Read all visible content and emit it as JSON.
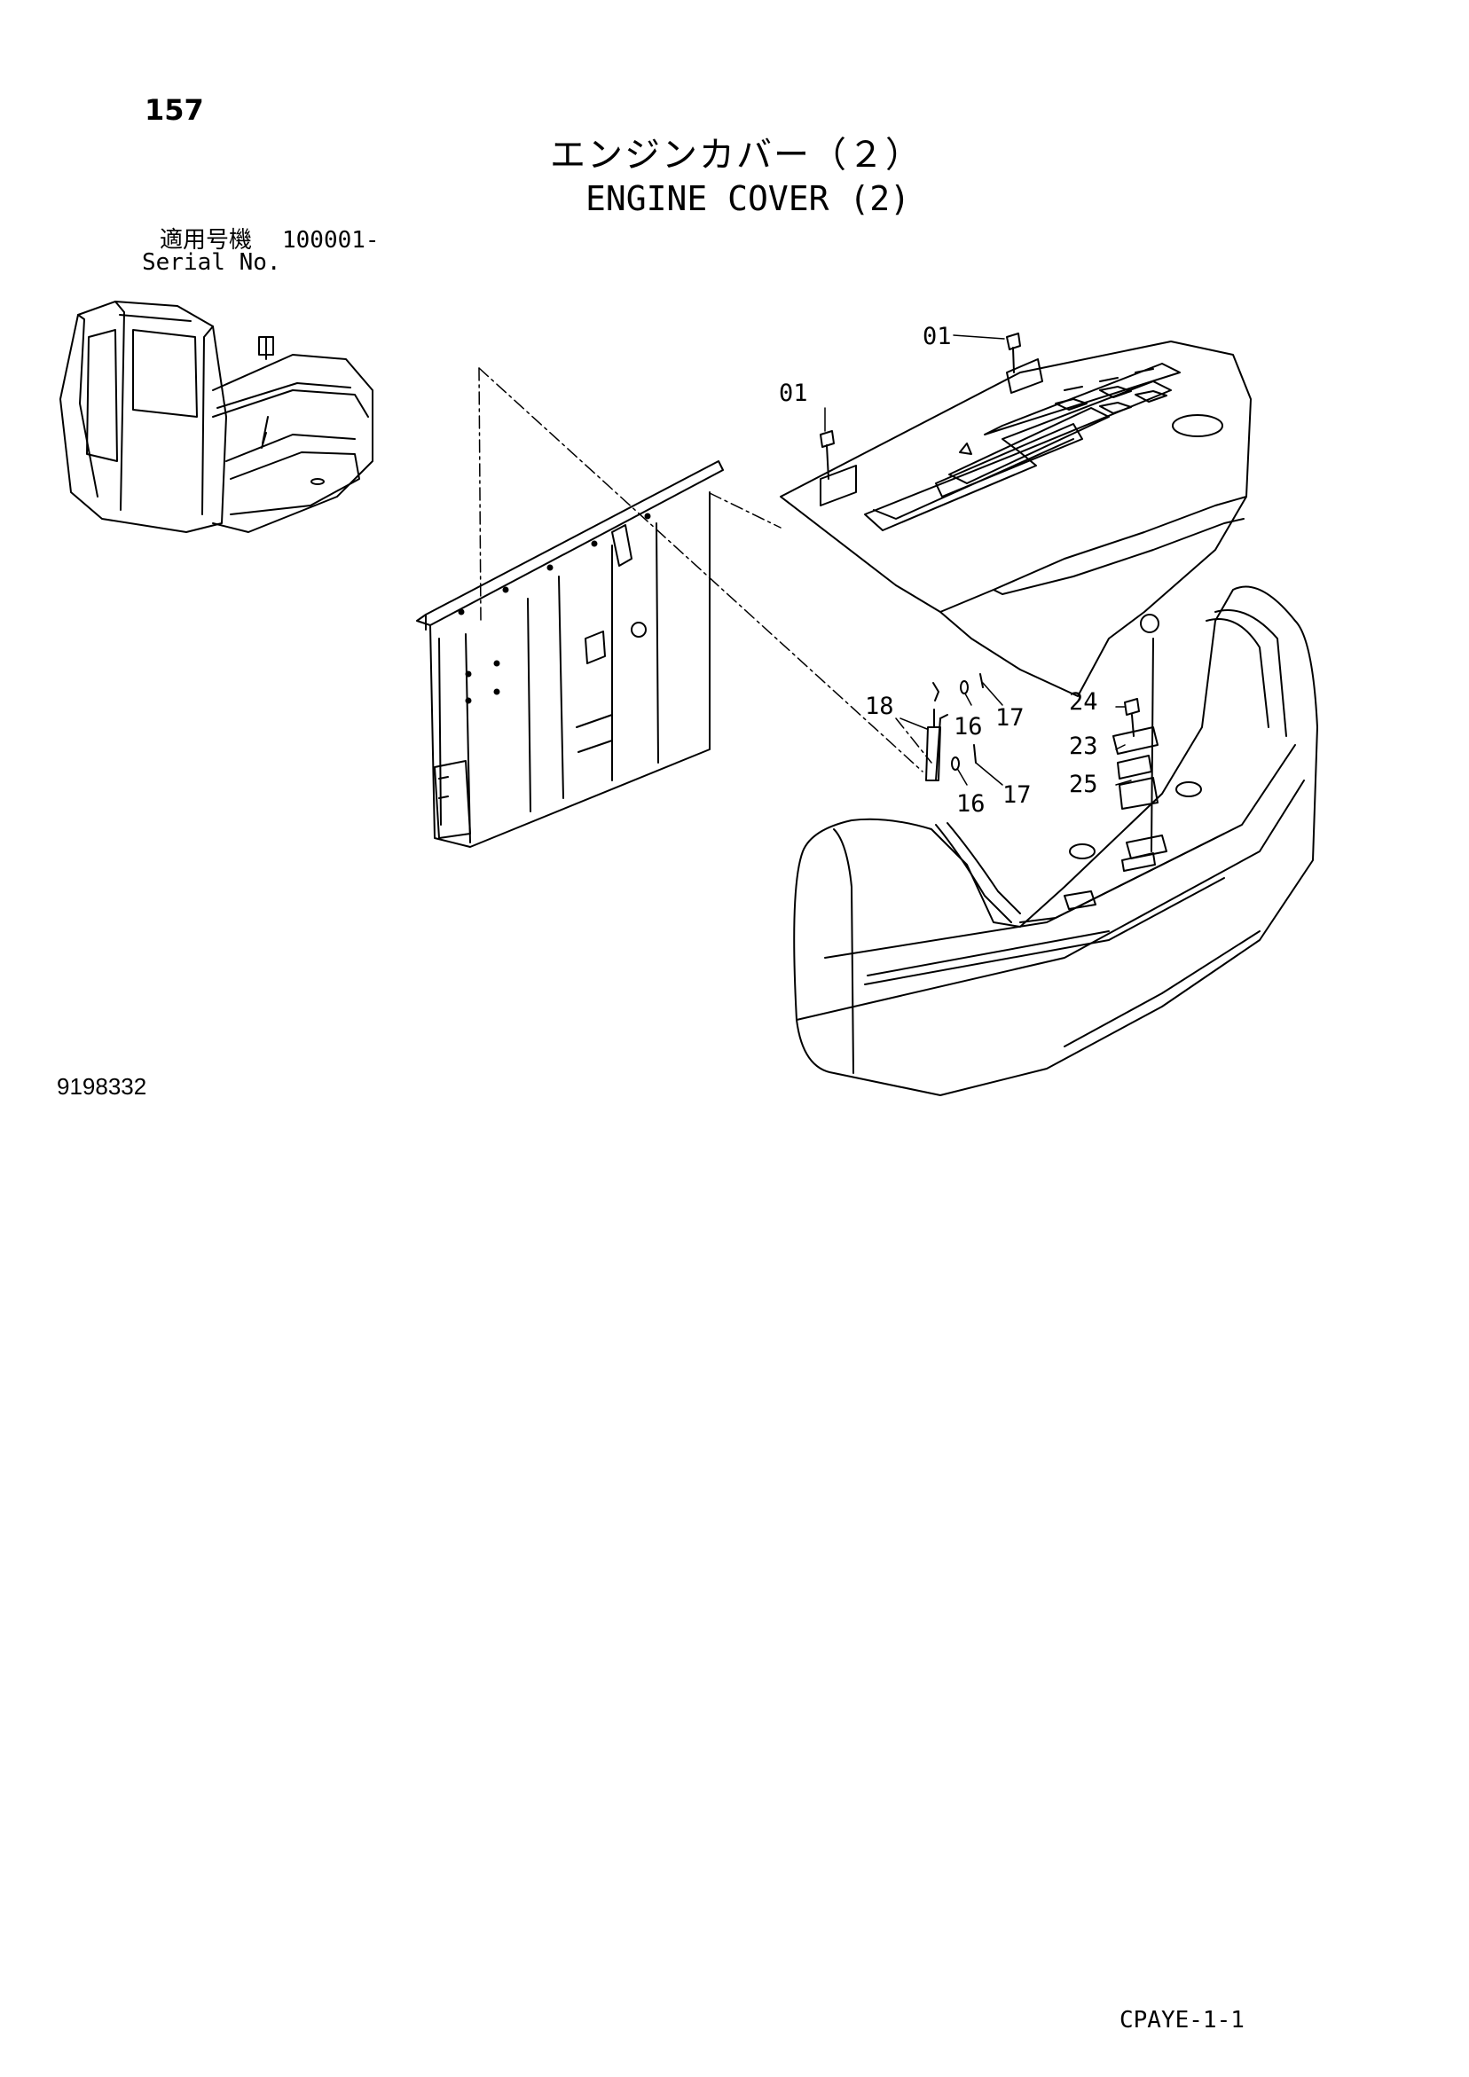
{
  "header": {
    "page_number": "157",
    "title_jp": "エンジンカバー（２）",
    "title_en": "ENGINE COVER (2)",
    "serial_label_jp": "適用号機",
    "serial_number": "100001-",
    "serial_label_en": "Serial No."
  },
  "callouts": {
    "c01a": "01",
    "c01b": "01",
    "c18": "18",
    "c16a": "16",
    "c17a": "17",
    "c16b": "16",
    "c17b": "17",
    "c24": "24",
    "c23": "23",
    "c25": "25"
  },
  "footer": {
    "drawing_number": "9198332",
    "page_code": "CPAYE-1-1"
  }
}
